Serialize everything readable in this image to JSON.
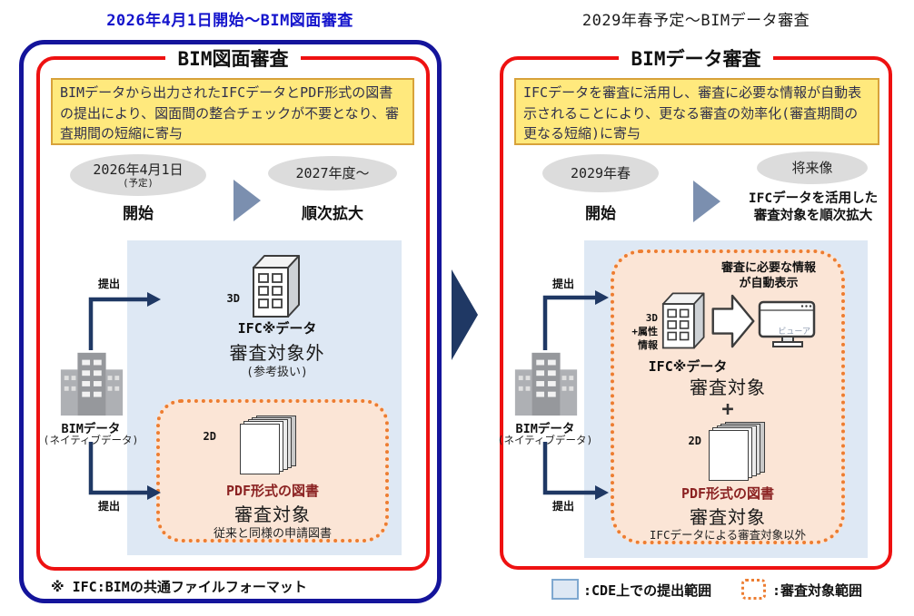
{
  "headers": {
    "left": "2026年4月1日開始〜BIM図面審査",
    "right": "2029年春予定〜BIMデータ審査"
  },
  "left_panel": {
    "title": "BIM図面審査",
    "description": "BIMデータから出力されたIFCデータとPDF形式の図書の提出により、図面間の整合チェックが不要となり、審査期間の短縮に寄与",
    "timeline": {
      "start_badge": "2026年4月1日",
      "start_note": "(予定)",
      "start_label": "開始",
      "next_badge": "2027年度〜",
      "next_label": "順次拡大"
    },
    "source": {
      "label": "BIMデータ",
      "sublabel": "(ネイティブデータ)",
      "submit_top": "提出",
      "submit_bottom": "提出"
    },
    "ifc": {
      "dim": "3D",
      "name": "IFC※データ",
      "status": "審査対象外",
      "note": "(参考扱い)"
    },
    "pdf": {
      "dim": "2D",
      "name": "PDF形式の図書",
      "status": "審査対象",
      "note": "従来と同様の申請図書"
    },
    "footnote": "※ IFC:BIMの共通ファイルフォーマット"
  },
  "right_panel": {
    "title": "BIMデータ審査",
    "description": "IFCデータを審査に活用し、審査に必要な情報が自動表示されることにより、更なる審査の効率化(審査期間の更なる短縮)に寄与",
    "timeline": {
      "start_badge": "2029年春",
      "start_label": "開始",
      "next_badge": "将来像",
      "next_label_1": "IFCデータを活用した",
      "next_label_2": "審査対象を順次拡大"
    },
    "source": {
      "label": "BIMデータ",
      "sublabel": "(ネイティブデータ)",
      "submit_top": "提出",
      "submit_bottom": "提出"
    },
    "ifc": {
      "dim_1": "3D",
      "dim_2": "+属性",
      "dim_3": "情報",
      "name": "IFC※データ",
      "auto_note_1": "審査に必要な情報",
      "auto_note_2": "が自動表示",
      "viewer": "ビューア",
      "status": "審査対象"
    },
    "plus": "+",
    "pdf": {
      "dim": "2D",
      "name": "PDF形式の図書",
      "status": "審査対象",
      "note": "IFCデータによる審査対象以外"
    }
  },
  "legend": {
    "cde": ":CDE上での提出範囲",
    "review": ":審査対象範囲"
  },
  "colors": {
    "navy_border": "#14149b",
    "red_border": "#ee1111",
    "arrow_navy": "#1f3864",
    "yellow_bg": "#ffe97d",
    "yellow_border": "#d8a23a",
    "badge_grey": "#dcdcdc",
    "cde_blue": "#dee8f4",
    "cde_swatch_border": "#7fa8d0",
    "review_peach": "#fbe5d6",
    "review_dot_orange": "#ed7d31",
    "header_blue": "#1414cc",
    "pdf_dark_red": "#8b2222",
    "timeline_arrow_grey": "#7b8faf"
  }
}
